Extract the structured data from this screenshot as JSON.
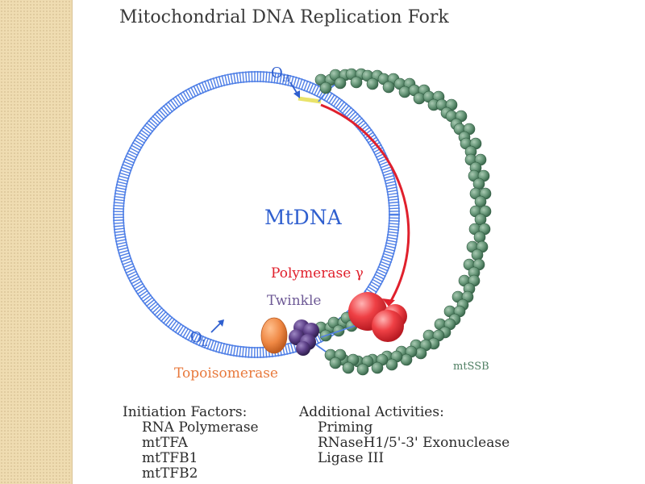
{
  "title": "Mitochondrial DNA Replication Fork",
  "labels": {
    "mtdna": "MtDNA",
    "oh_main": "O",
    "oh_sub": "H",
    "ol_main": "O",
    "ol_sub": "L",
    "polymerase": "Polymerase γ",
    "twinkle": "Twinkle",
    "topoisomerase": "Topoisomerase",
    "mtssb": "mtSSB"
  },
  "initiation": {
    "heading": "Initiation Factors:",
    "items": [
      "RNA Polymerase",
      "mtTFA",
      "mtTFB1",
      "mtTFB2"
    ]
  },
  "additional": {
    "heading": "Additional Activities:",
    "items": [
      "Priming",
      "RNaseH1/5'-3' Exonuclease",
      "Ligase III"
    ]
  },
  "colors": {
    "dna": "#4f7fe6",
    "new_strand": "#e0202c",
    "ssb": "#5e8c70",
    "polymerase": "#ee3a3f",
    "twinkle": "#5b3e86",
    "topoisomerase": "#ef8844",
    "background_band": "#efdcb1"
  }
}
